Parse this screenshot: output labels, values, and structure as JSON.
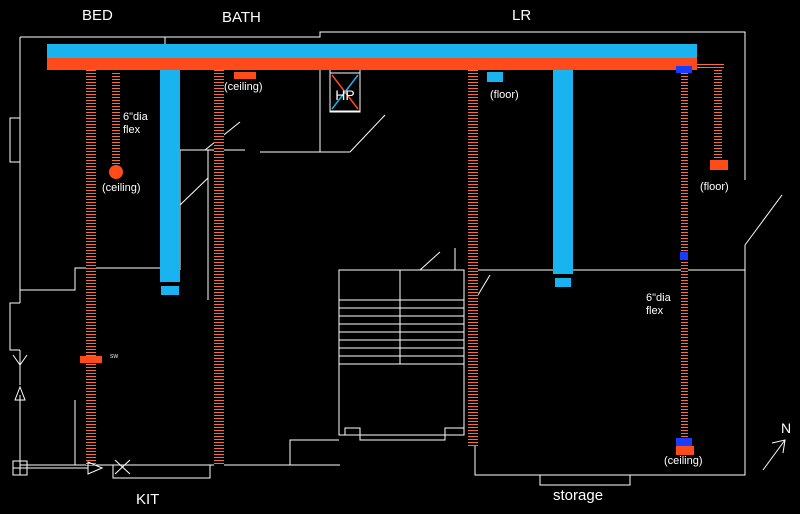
{
  "rooms": {
    "bed": "BED",
    "bath": "BATH",
    "lr": "LR",
    "kit": "KIT",
    "storage": "storage"
  },
  "notes": {
    "flex_a_line1": "6\"dia",
    "flex_a_line2": "flex",
    "flex_b_line1": "6\"dia",
    "flex_b_line2": "flex",
    "ceiling_bed": "(ceiling)",
    "ceiling_bath": "(ceiling)",
    "ceiling_lr": "(ceiling)",
    "floor_lr": "(floor)",
    "floor_right": "(floor)",
    "heat_pump": "HP",
    "tiny_tag": "SW",
    "north": "N"
  },
  "colors": {
    "background": "#000000",
    "supply_duct": "#19b4ef",
    "return_duct": "#ff4a1a",
    "flex_hatch": "#ff6a3a",
    "blue_register": "#1a3cff",
    "walls": "#ffffff"
  }
}
